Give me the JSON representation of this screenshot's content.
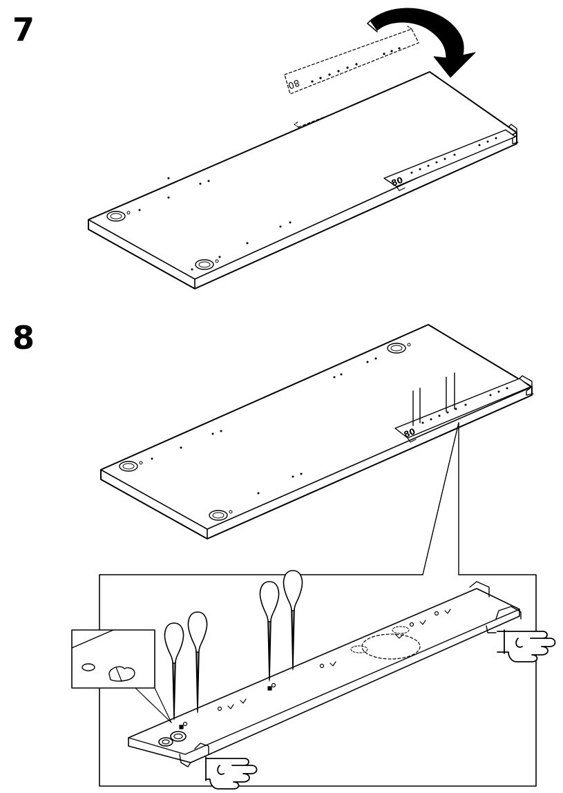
{
  "steps": [
    {
      "number": "7"
    },
    {
      "number": "8"
    }
  ],
  "template_marking": "80",
  "icons": {
    "rotate_arrow": "curved-arrow-icon",
    "screwdriver": "screwdriver-icon",
    "hand": "pointing-hand-icon",
    "detail_zoom": "magnifier-callout"
  },
  "colors": {
    "line": "#000000",
    "background": "#ffffff"
  }
}
